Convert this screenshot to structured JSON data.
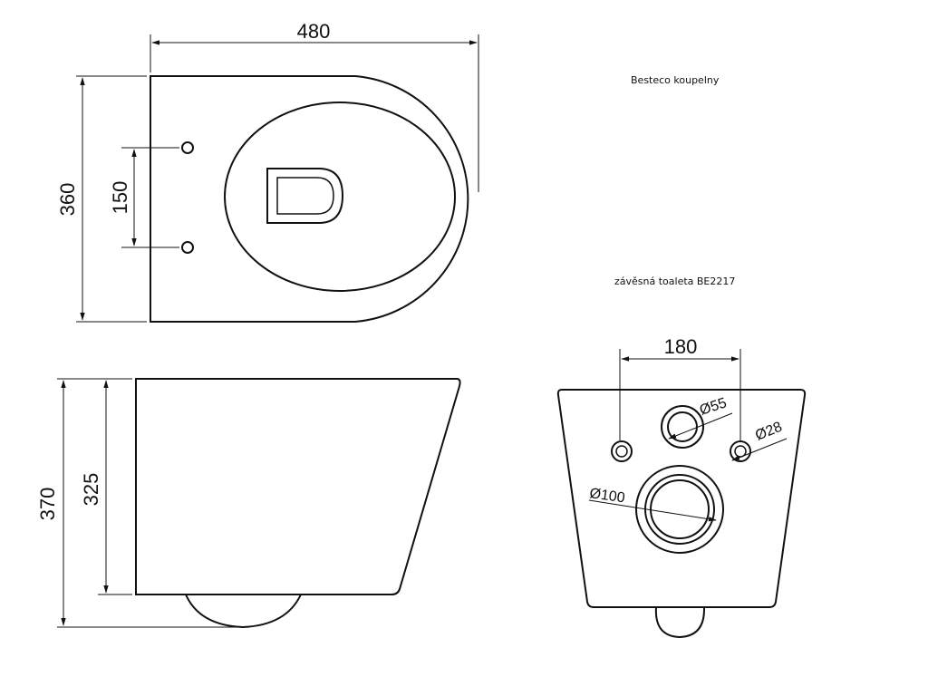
{
  "labels": {
    "brand": "Besteco koupelny",
    "model": "závěsná toaleta BE2217"
  },
  "dimensions": {
    "top_width": "480",
    "top_depth": "360",
    "fixing_spacing_top": "150",
    "total_height": "370",
    "bowl_height": "325",
    "fixing_spacing_rear": "180",
    "inlet_diameter": "Ø55",
    "fixing_diameter": "Ø28",
    "outlet_diameter": "Ø100"
  },
  "colors": {
    "line": "#111111",
    "background": "#ffffff"
  }
}
